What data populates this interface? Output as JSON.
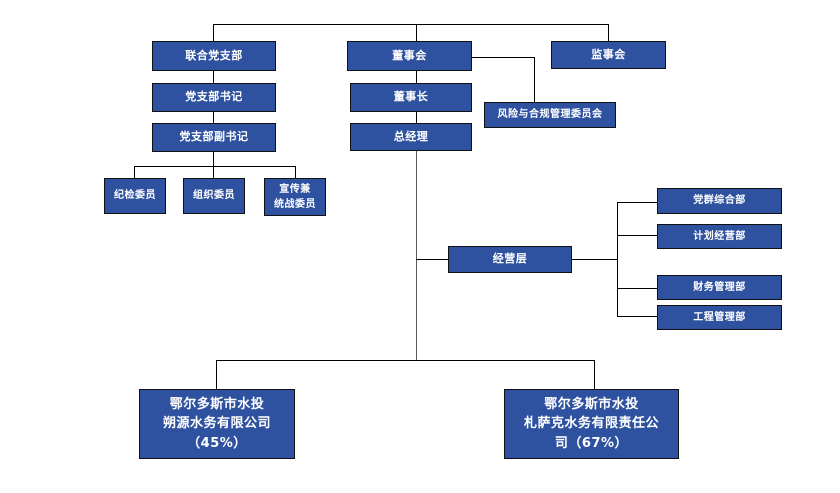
{
  "chart_title": "",
  "theme": {
    "box_fill": "#2F52A0",
    "box_border": "#111111",
    "box_text": "#FFFFFF",
    "line_color": "#000000",
    "line_color_secondary": "#5A5A5A",
    "background": "#FFFFFF"
  },
  "nodes": {
    "party_branch": "联合党支部",
    "party_secretary": "党支部书记",
    "party_deputy_secretary": "党支部副书记",
    "discipline_member": "纪检委员",
    "organization_member": "组织委员",
    "propaganda_member": "宣传兼\n统战委员",
    "board_of_directors": "董事会",
    "chairman": "董事长",
    "general_manager": "总经理",
    "board_of_supervisors": "监事会",
    "risk_compliance_committee": "风险与合规管理委员会",
    "management_layer": "经营层",
    "party_general_dept": "党群综合部",
    "planning_operation_dept": "计划经营部",
    "finance_dept": "财务管理部",
    "engineering_dept": "工程管理部",
    "subsidiary_left": "鄂尔多斯市水投\n朔源水务有限公司\n（45%）",
    "subsidiary_right": "鄂尔多斯市水投\n札萨克水务有限责任公\n司（67%）"
  },
  "ownership": {
    "subsidiary_left_percent": "45%",
    "subsidiary_right_percent": "67%"
  }
}
